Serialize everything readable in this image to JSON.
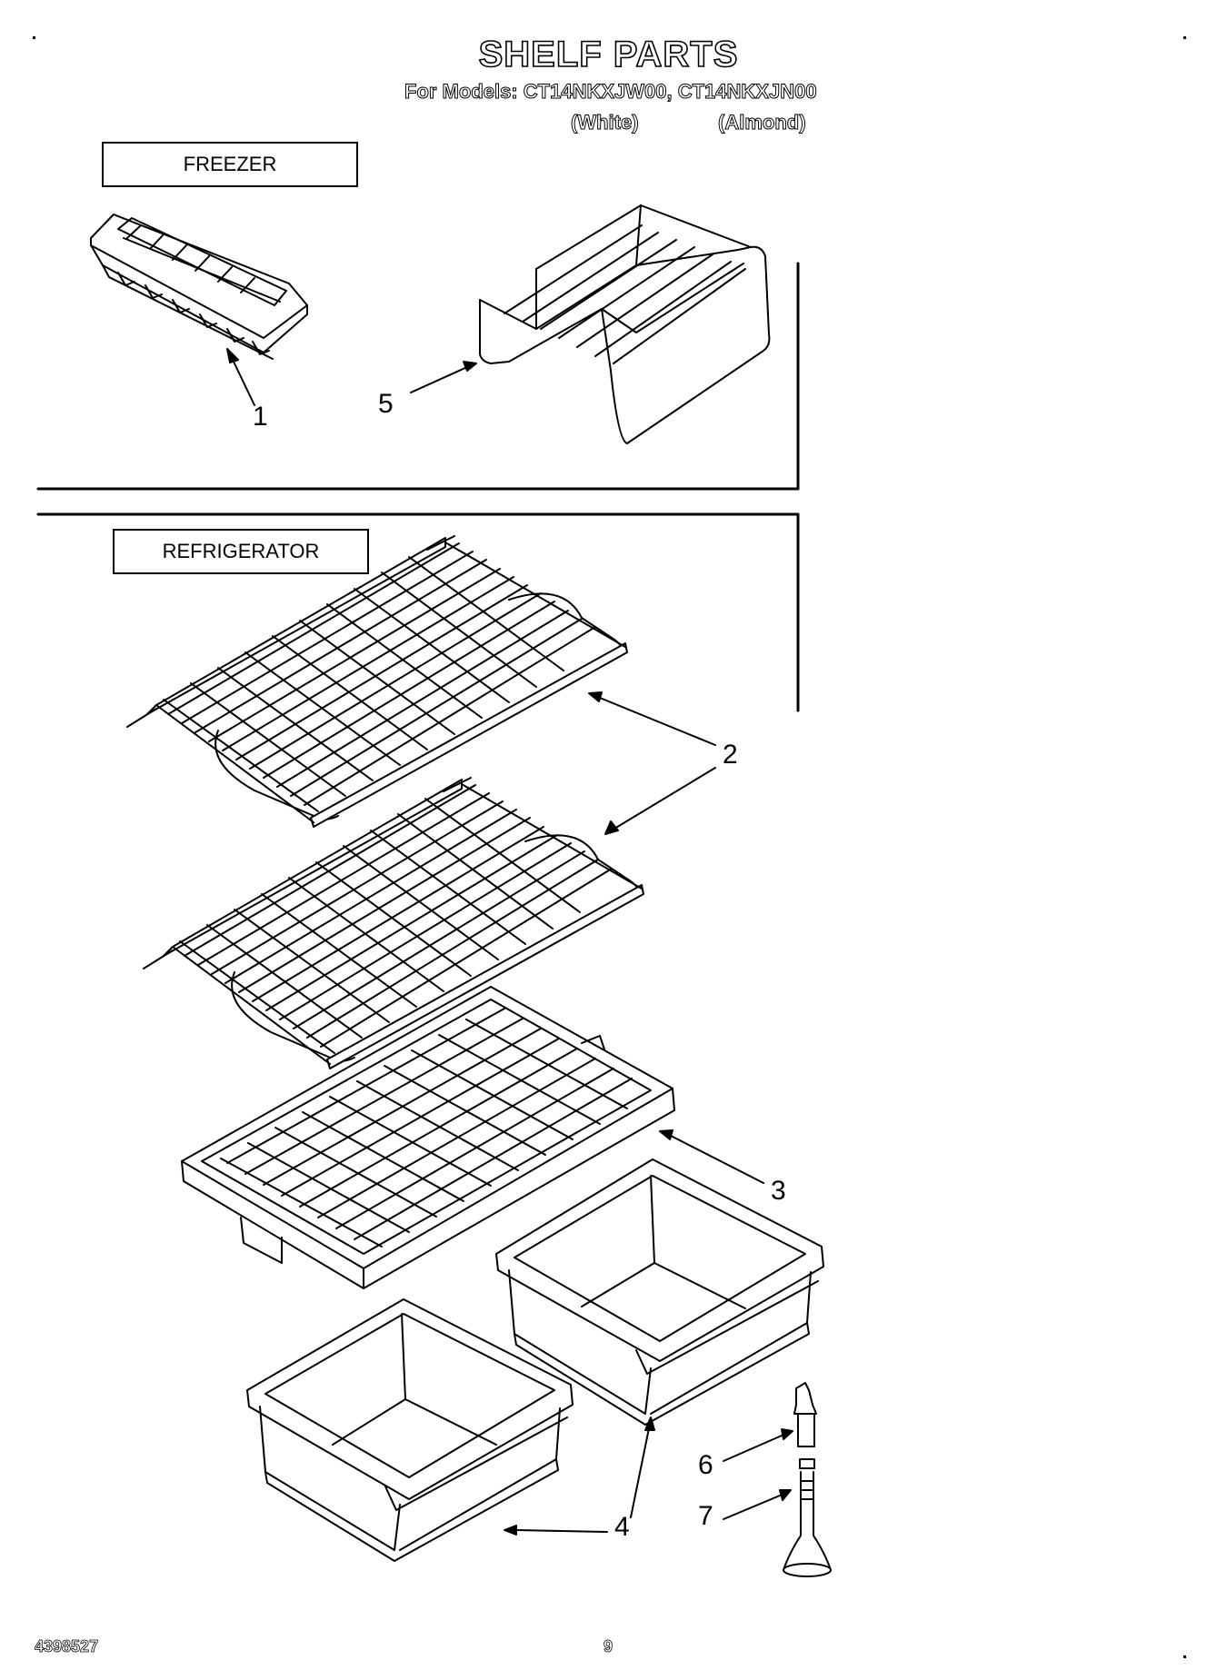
{
  "header": {
    "title": "SHELF PARTS",
    "models": "For Models: CT14NKXJW00, CT14NKXJN00",
    "color_white": "(White)",
    "color_almond": "(Almond)"
  },
  "sections": {
    "freezer": "FREEZER",
    "refrigerator": "REFRIGERATOR"
  },
  "callouts": [
    "1",
    "2",
    "3",
    "4",
    "5",
    "6",
    "7"
  ],
  "footer": {
    "doc_number": "4398527",
    "page_number": "9"
  }
}
